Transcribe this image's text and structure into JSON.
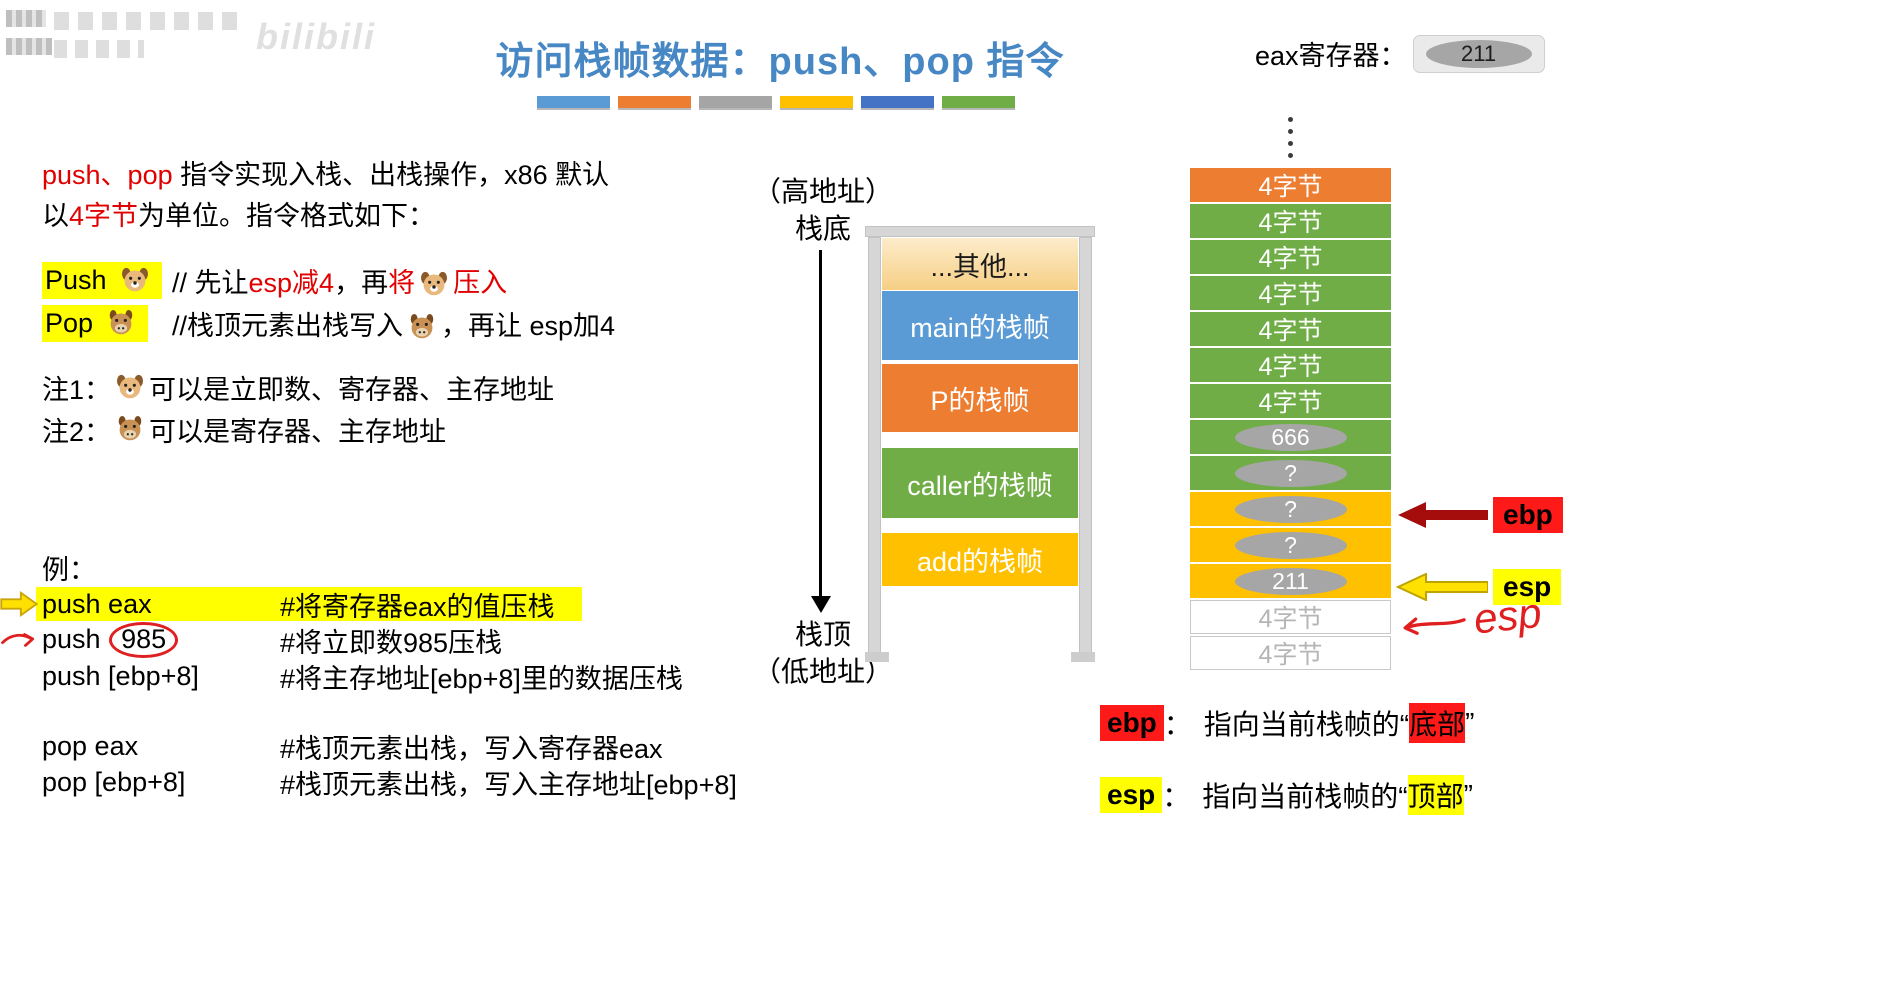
{
  "colors": {
    "title_blue": "#4788c4",
    "accent_blue": "#5b9bd5",
    "accent_orange": "#ed7d31",
    "accent_gray": "#a5a5a5",
    "accent_gold": "#ffc000",
    "accent_darkblue": "#4472c4",
    "accent_green": "#70ad47",
    "highlight_yellow": "#ffff00",
    "highlight_red": "#ff1a1a",
    "text_red": "#e00000",
    "ellipse_gray": "#a6a6a6",
    "ebp_arrow_darkred": "#a50d0d"
  },
  "watermark": {
    "logo": "bilibili"
  },
  "header": {
    "title": "访问栈帧数据：push、pop 指令"
  },
  "eax": {
    "label": "eax寄存器：",
    "value": "211"
  },
  "intro": {
    "seg1": "push、pop",
    "seg2": " 指令实现入栈、出栈操作，x86 默认",
    "seg3": "以",
    "seg4": "4字节",
    "seg5": "为单位。指令格式如下："
  },
  "instructions": {
    "push": {
      "keyword": "Push",
      "c1": "// 先让",
      "c2": "esp减4",
      "c3": "，再",
      "c4": "将",
      "c5": "压入"
    },
    "pop": {
      "keyword": "Pop",
      "c1": "//栈顶元素出栈写入",
      "c2": "，再让 esp加4"
    }
  },
  "notes": {
    "n1_prefix": "注1：",
    "n1_text": "可以是立即数、寄存器、主存地址",
    "n2_prefix": "注2：",
    "n2_text": "可以是寄存器、主存地址"
  },
  "examples": {
    "label": "例：",
    "rows": [
      {
        "code": "push eax",
        "comment": "#将寄存器eax的值压栈"
      },
      {
        "code_prefix": "push",
        "code_value": "985",
        "comment": "#将立即数985压栈"
      },
      {
        "code": "push [ebp+8]",
        "comment": "#将主存地址[ebp+8]里的数据压栈"
      },
      {
        "code": "pop eax",
        "comment": "#栈顶元素出栈，写入寄存器eax"
      },
      {
        "code": "pop [ebp+8]",
        "comment": "#栈顶元素出栈，写入主存地址[ebp+8]"
      }
    ]
  },
  "axis": {
    "high": "（高地址）",
    "bottom": "栈底",
    "top": "栈顶",
    "low": "（低地址）"
  },
  "middle_stack": {
    "segments": [
      {
        "label": "...其他...",
        "color": "#f8dd9e"
      },
      {
        "label": "main的栈帧",
        "color": "#5b9bd5"
      },
      {
        "label": "P的栈帧",
        "color": "#ed7d31"
      },
      {
        "label": "caller的栈帧",
        "color": "#70ad47"
      },
      {
        "label": "add的栈帧",
        "color": "#ffc000"
      }
    ]
  },
  "right_stack": {
    "cells": [
      {
        "label": "4字节",
        "bg": "#ed7d31"
      },
      {
        "label": "4字节",
        "bg": "#70ad47"
      },
      {
        "label": "4字节",
        "bg": "#70ad47"
      },
      {
        "label": "4字节",
        "bg": "#70ad47"
      },
      {
        "label": "4字节",
        "bg": "#70ad47"
      },
      {
        "label": "4字节",
        "bg": "#70ad47"
      },
      {
        "label": "4字节",
        "bg": "#70ad47"
      },
      {
        "label": "666",
        "bg": "#70ad47"
      },
      {
        "label": "?",
        "bg": "#70ad47"
      },
      {
        "label": "?",
        "bg": "#ffc000"
      },
      {
        "label": "?",
        "bg": "#ffc000"
      },
      {
        "label": "211",
        "bg": "#ffc000"
      },
      {
        "label": "4字节",
        "bg": "#ffffff"
      },
      {
        "label": "4字节",
        "bg": "#ffffff"
      }
    ],
    "ebp_label": "ebp",
    "esp_label": "esp",
    "handwritten": "esp"
  },
  "footer": {
    "ebp": {
      "term": "ebp",
      "colon": "：",
      "pre": "指向当前栈帧的“",
      "hl": "底部",
      "post": "”"
    },
    "esp": {
      "term": "esp",
      "colon": "：",
      "pre": "指向当前栈帧的“",
      "hl": "顶部",
      "post": "”"
    }
  }
}
